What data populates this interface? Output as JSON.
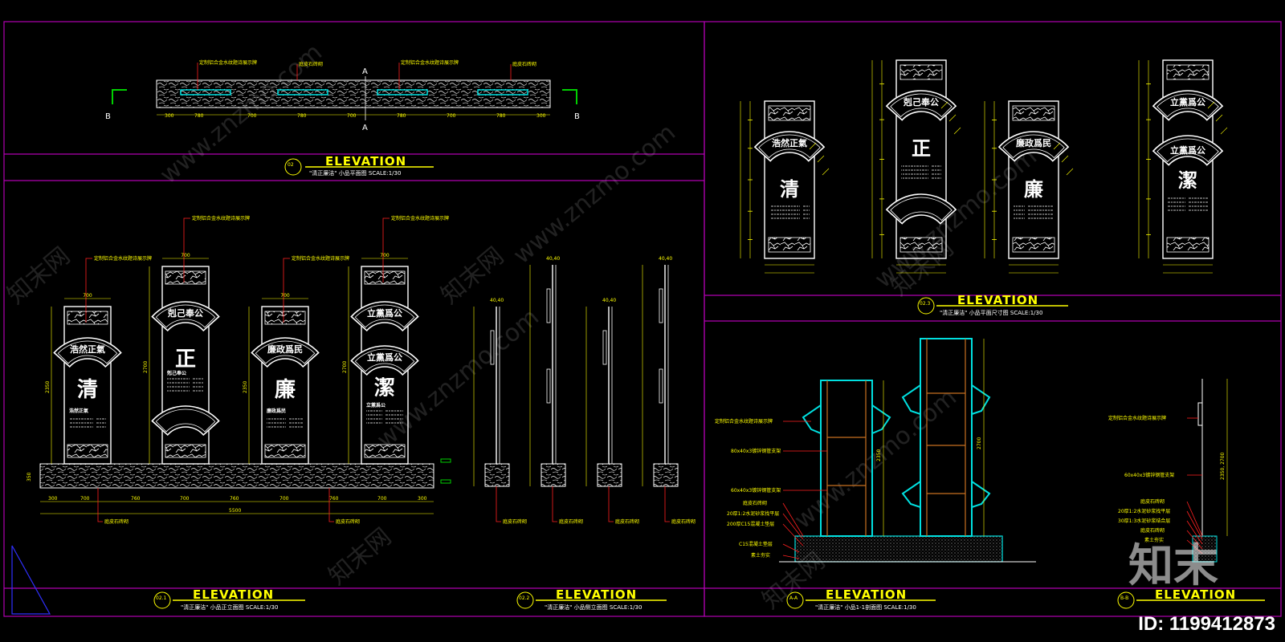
{
  "colors": {
    "background": "#000000",
    "frame": "#b000b0",
    "line": "#ffffff",
    "dim": "#ffff00",
    "leader": "#ff2020",
    "cyan": "#00e0e0",
    "green": "#00d000"
  },
  "plan": {
    "callouts": [
      "定制铝合金水纹题诗展示牌",
      "庭皮石砖砌",
      "定制铝合金水纹题诗展示牌",
      "庭皮石砖砌"
    ],
    "section_a": "A",
    "section_b": "B",
    "dims": [
      "300",
      "780",
      "700",
      "780",
      "700",
      "780",
      "700",
      "780",
      "300"
    ],
    "title": {
      "no": "02",
      "heading": "ELEVATION",
      "sub": "\"清正廉洁\" 小品平面图   SCALE:1/30"
    }
  },
  "front": {
    "panels": [
      {
        "fan": "浩然正氣",
        "big": "清",
        "body": "浩然正氣",
        "w": "700",
        "h": "2350"
      },
      {
        "fan": "剋己奉公",
        "big": "正",
        "body": "剋己奉公",
        "w": "700",
        "h": "2700"
      },
      {
        "fan": "廉政爲民",
        "big": "廉",
        "body": "廉政爲民",
        "w": "700",
        "h": "2350"
      },
      {
        "fan": "立黨爲公",
        "fan2": "立黨爲公",
        "big": "潔",
        "body": "立黨爲公",
        "w": "700",
        "h": "2700"
      }
    ],
    "callout": "定制铝合金水纹题诗展示牌",
    "base_callout": "庭皮石砖砌",
    "base_height": "350",
    "dims": [
      "300",
      "700",
      "760",
      "700",
      "760",
      "700",
      "760",
      "700",
      "300"
    ],
    "total": "5500",
    "title": {
      "no": "02.1",
      "heading": "ELEVATION",
      "sub": "\"清正廉洁\" 小品正立面图   SCALE:1/30"
    }
  },
  "side": {
    "top_dims": [
      "40,40",
      "40,40",
      "40,40",
      "40,40"
    ],
    "callout": "庭皮石砖砌",
    "title": {
      "no": "02.2",
      "heading": "ELEVATION",
      "sub": "\"清正廉洁\" 小品侧立面图   SCALE:1/30"
    }
  },
  "dim_elev": {
    "panels": [
      {
        "fan": "浩然正氣",
        "big": "清"
      },
      {
        "fan": "剋己奉公",
        "big": "正"
      },
      {
        "fan": "廉政爲民",
        "big": "廉"
      },
      {
        "fan": "立黨爲公",
        "fan2": "立黨爲公",
        "big": "潔"
      }
    ],
    "title": {
      "no": "02.3",
      "heading": "ELEVATION",
      "sub": "\"清正廉洁\" 小品平面尺寸图   SCALE:1/30"
    }
  },
  "section_aa": {
    "callouts": [
      "定制铝合金水纹题诗展示牌",
      "80x40x3镀锌钢管支架",
      "60x40x3镀锌钢管支架",
      "庭皮石砖砌",
      "20厚1:2水泥砂浆找平层",
      "200厚C15混凝土垫层",
      "C15混凝土垫层",
      "素土夯实"
    ],
    "dims": [
      "2350",
      "2700"
    ],
    "title": {
      "no": "A-A",
      "heading": "ELEVATION",
      "sub": "\"清正廉洁\" 小品1-1剖面图   SCALE:1/30"
    }
  },
  "section_bb": {
    "callouts": [
      "定制铝合金水纹题诗展示牌",
      "60x40x3镀锌钢管支架",
      "庭皮石砖砌",
      "20厚1:2水泥砂浆找平层",
      "30厚1:3水泥砂浆结合层",
      "庭皮石砖砌",
      "素土夯实"
    ],
    "dims": [
      "2350, 2700"
    ],
    "title": {
      "no": "B-B",
      "heading": "ELEVATION"
    }
  },
  "watermark": {
    "site": "www.znzmo.com",
    "brand": "知末网",
    "logo": "知末"
  },
  "id_label": "ID: 1199412873"
}
